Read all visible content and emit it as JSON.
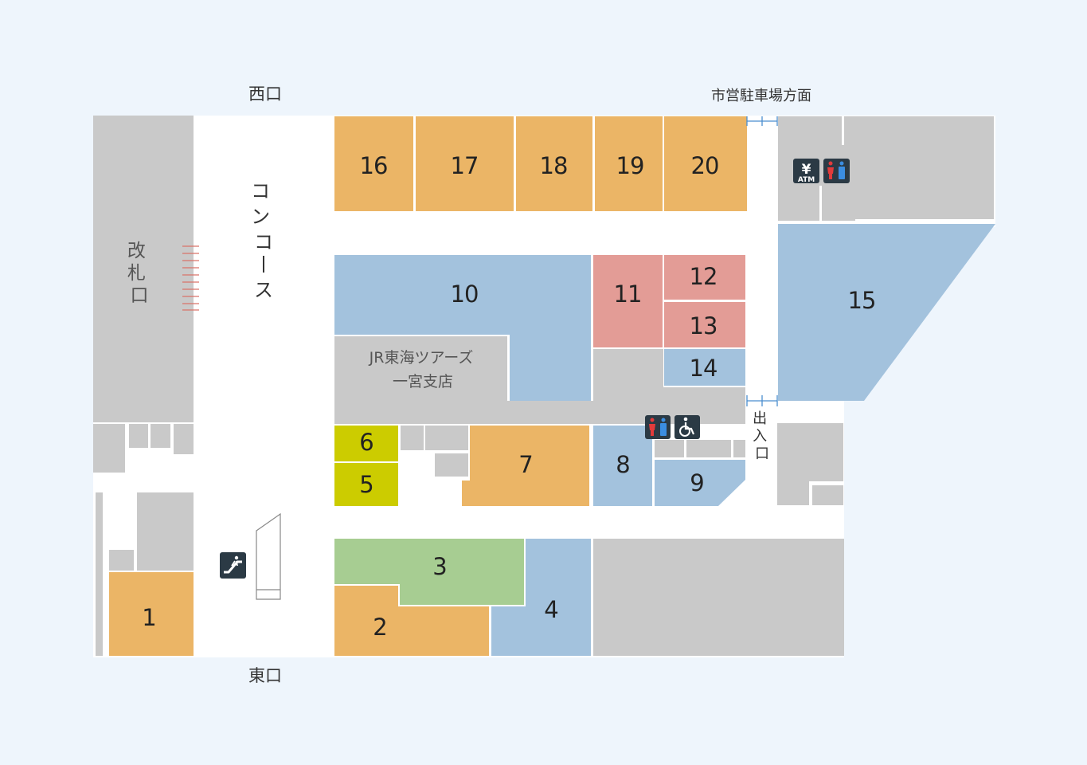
{
  "colors": {
    "background": "#eef5fc",
    "floor": "#ffffff",
    "building": "#c9c9c9",
    "restaurant": "#ebb566",
    "service": "#a3c2dd",
    "sweets": "#e39c96",
    "fashion": "#cccc00",
    "food": "#a7cd92"
  },
  "labels": {
    "west_exit": "西口",
    "east_exit": "東口",
    "parking_direction": "市営駐車場方面",
    "concourse": "コンコース",
    "ticket_gate": "改札口",
    "entrance": "出入口",
    "jr_office_line1": "JR東海ツアーズ",
    "jr_office_line2": "一宮支店"
  },
  "shops": [
    {
      "number": "1",
      "color": "#ebb566"
    },
    {
      "number": "2",
      "color": "#ebb566"
    },
    {
      "number": "3",
      "color": "#a7cd92"
    },
    {
      "number": "4",
      "color": "#a3c2dd"
    },
    {
      "number": "5",
      "color": "#cccc00"
    },
    {
      "number": "6",
      "color": "#cccc00"
    },
    {
      "number": "7",
      "color": "#ebb566"
    },
    {
      "number": "8",
      "color": "#a3c2dd"
    },
    {
      "number": "9",
      "color": "#a3c2dd"
    },
    {
      "number": "10",
      "color": "#a3c2dd"
    },
    {
      "number": "11",
      "color": "#e39c96"
    },
    {
      "number": "12",
      "color": "#e39c96"
    },
    {
      "number": "13",
      "color": "#e39c96"
    },
    {
      "number": "14",
      "color": "#a3c2dd"
    },
    {
      "number": "15",
      "color": "#a3c2dd"
    },
    {
      "number": "16",
      "color": "#ebb566"
    },
    {
      "number": "17",
      "color": "#ebb566"
    },
    {
      "number": "18",
      "color": "#ebb566"
    },
    {
      "number": "19",
      "color": "#ebb566"
    },
    {
      "number": "20",
      "color": "#ebb566"
    }
  ],
  "icons": {
    "atm_yen": "¥",
    "atm_text": "ATM"
  }
}
